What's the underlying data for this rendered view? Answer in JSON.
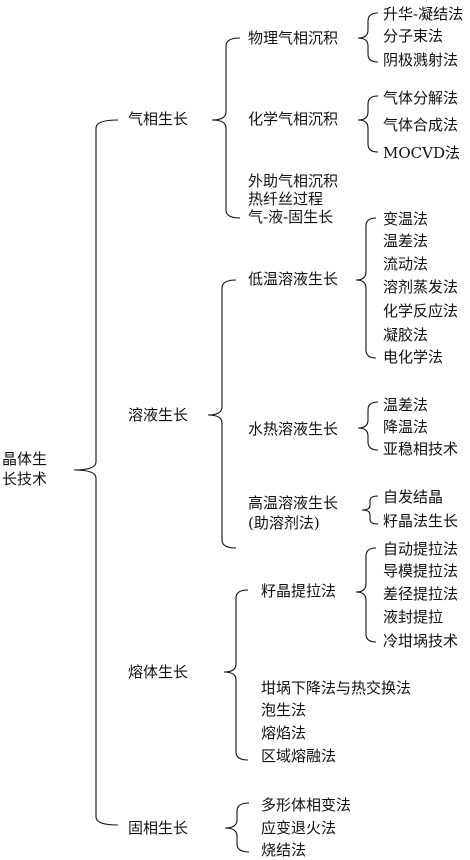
{
  "root": "晶体生长技术",
  "root_lines": [
    "晶体生",
    "长技术"
  ],
  "categories": {
    "vapor": {
      "label": "气相生长",
      "pvd": {
        "label": "物理气相沉积",
        "items": [
          "升华-凝结法",
          "分子束法",
          "阴极溅射法"
        ]
      },
      "cvd": {
        "label": "化学气相沉积",
        "items": [
          "气体分解法",
          "气体合成法",
          "MOCVD法"
        ]
      },
      "assisted": "外助气相沉积",
      "hot_filament": "热纤丝过程",
      "vls": "气-液-固生长"
    },
    "solution": {
      "label": "溶液生长",
      "low_temp": {
        "label": "低温溶液生长",
        "items": [
          "变温法",
          "温差法",
          "流动法",
          "溶剂蒸发法",
          "化学反应法",
          "凝胶法",
          "电化学法"
        ]
      },
      "hydrothermal": {
        "label": "水热溶液生长",
        "items": [
          "温差法",
          "降温法",
          "亚稳相技术"
        ]
      },
      "high_temp": {
        "label_line1": "高温溶液生长",
        "label_line2": "(助溶剂法)",
        "items": [
          "自发结晶",
          "籽晶法生长"
        ]
      }
    },
    "melt": {
      "label": "熔体生长",
      "pulling": {
        "label": "籽晶提拉法",
        "items": [
          "自动提拉法",
          "导模提拉法",
          "差径提拉法",
          "液封提拉",
          "冷坩埚技术"
        ]
      },
      "others": [
        "坩埚下降法与热交换法",
        "泡生法",
        "熔焰法",
        "区域熔融法"
      ]
    },
    "solid": {
      "label": "固相生长",
      "items": [
        "多形体相变法",
        "应变退火法",
        "烧结法"
      ]
    }
  }
}
